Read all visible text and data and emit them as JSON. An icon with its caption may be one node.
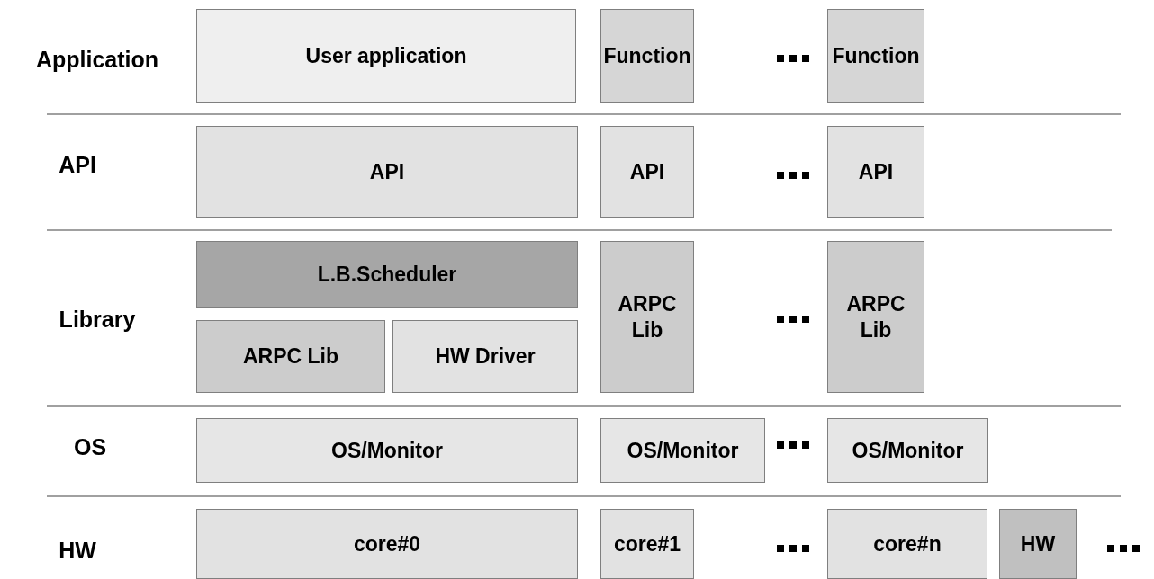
{
  "diagram": {
    "nodes": [
      {
        "text": [
          "User application"
        ]
      },
      {
        "text": [
          "Function"
        ]
      },
      {
        "text": [
          "Function"
        ]
      },
      {
        "text": [
          "API"
        ]
      },
      {
        "text": [
          "API"
        ]
      },
      {
        "text": [
          "API"
        ]
      },
      {
        "text": [
          "L.B.Scheduler"
        ]
      },
      {
        "text": [
          "ARPC Lib"
        ]
      },
      {
        "text": [
          "ARPC Lib"
        ]
      },
      {
        "text": [
          "ARPC Lib"
        ]
      },
      {
        "text": [
          "HW Driver"
        ]
      },
      {
        "text": [
          "OS/Monitor"
        ]
      },
      {
        "text": [
          "OS/Monitor"
        ]
      },
      {
        "text": [
          "OS/Monitor"
        ]
      },
      {
        "text": [
          "core#0"
        ]
      },
      {
        "text": [
          "core#1"
        ]
      },
      {
        "text": [
          "core#n"
        ]
      },
      {
        "text": [
          "HW"
        ]
      }
    ],
    "labels": [
      "Application",
      "API",
      "Library",
      "OS",
      "HW"
    ]
  }
}
